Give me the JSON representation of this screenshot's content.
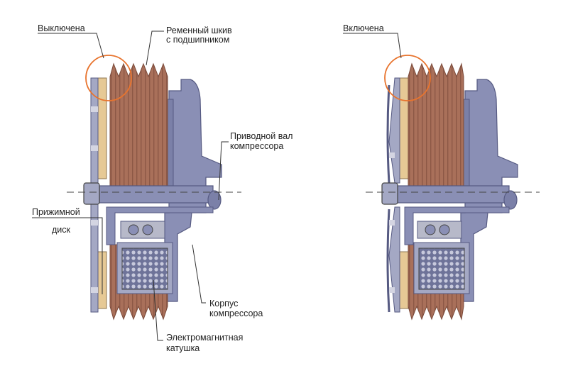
{
  "labels": {
    "off_state": "Выключена",
    "on_state": "Включена",
    "pulley_line1": "Ременный шкив",
    "pulley_line2": "с подшипником",
    "drive_shaft_line1": "Приводной вал",
    "drive_shaft_line2": "компрессора",
    "pressure_disc_line1": "Прижимной",
    "pressure_disc_line2": "диск",
    "housing_line1": "Корпус",
    "housing_line2": "компрессора",
    "coil_line1": "Электромагнитная",
    "coil_line2": "катушка"
  },
  "colors": {
    "pulley": "#a9705a",
    "pulley_dark": "#7b4a3a",
    "housing": "#8a8fb5",
    "housing_dark": "#565a82",
    "disc": "#e6c995",
    "bearing": "#b7b9c9",
    "highlight_circle": "#e8742e",
    "leader": "#333333"
  }
}
